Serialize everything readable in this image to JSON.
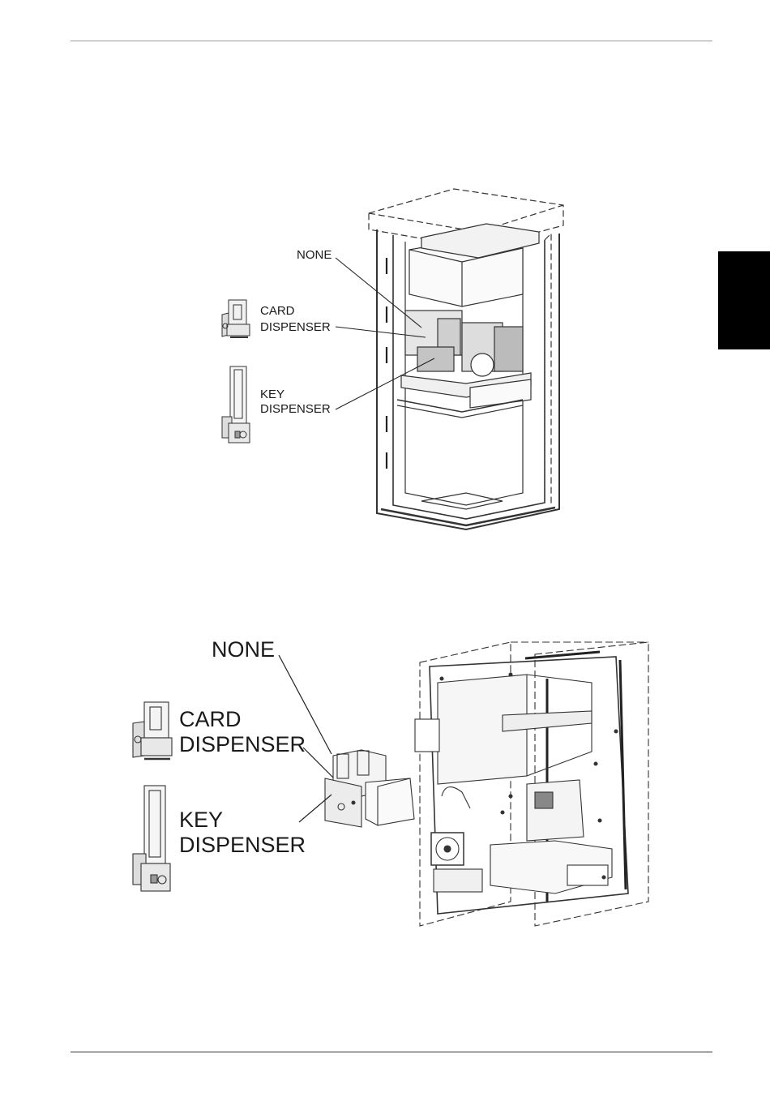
{
  "figure1": {
    "labels": {
      "none": "NONE",
      "card_line1": "CARD",
      "card_line2": "DISPENSER",
      "key_line1": "KEY",
      "key_line2": "DISPENSER"
    }
  },
  "figure2": {
    "labels": {
      "none": "NONE",
      "card_line1": "CARD",
      "card_line2": "DISPENSER",
      "key_line1": "KEY",
      "key_line2": "DISPENSER"
    }
  },
  "icons": {
    "section_tab": "black-thumb-tab",
    "card_dispenser": "card-dispenser-drawing",
    "key_dispenser": "key-dispenser-drawing",
    "kiosk": "kiosk-cabinet-drawing",
    "panel": "cabinet-panel-drawing"
  }
}
